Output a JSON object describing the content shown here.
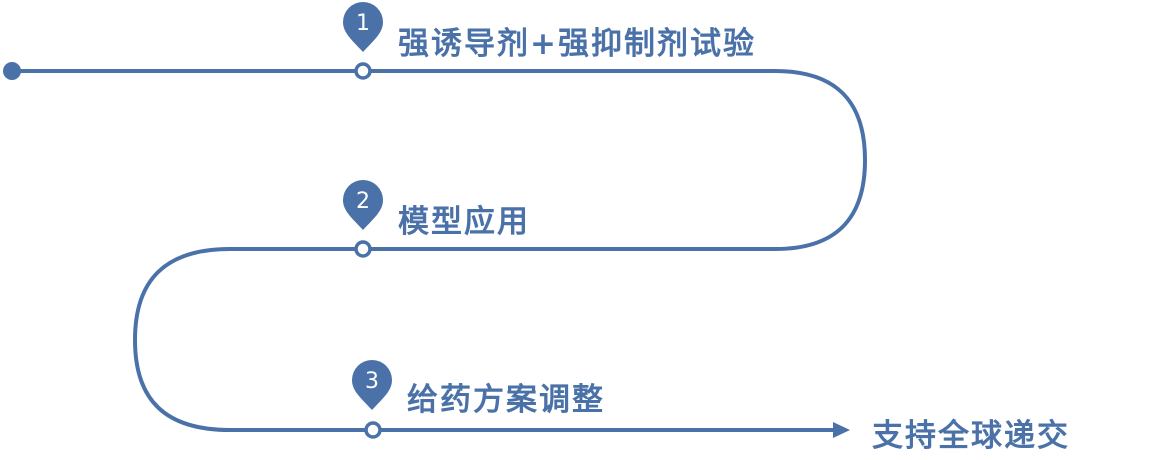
{
  "color": "#4a72a8",
  "steps": [
    {
      "number": "1",
      "label": "强诱导剂+强抑制剂试验"
    },
    {
      "number": "2",
      "label": "模型应用"
    },
    {
      "number": "3",
      "label": "给药方案调整"
    }
  ],
  "end_label": "支持全球递交"
}
